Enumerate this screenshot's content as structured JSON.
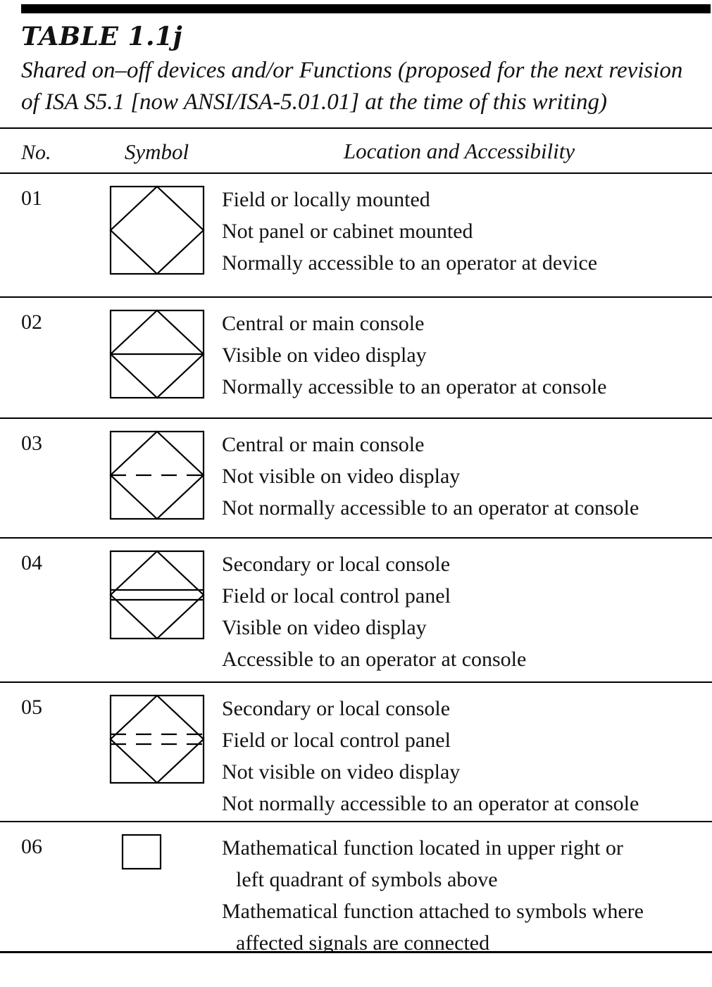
{
  "title": "TABLE 1.1j",
  "subtitle": "Shared on–off devices and/or Functions (proposed for the next revision of ISA S5.1 [now ANSI/ISA-5.01.01] at the time of this writing)",
  "columns": [
    "No.",
    "Symbol",
    "Location and Accessibility"
  ],
  "rows": [
    {
      "no": "01",
      "symbol": "square-with-inscribed-diamond",
      "lines": [
        "Field or locally mounted",
        "Not panel or cabinet mounted",
        "Normally accessible to an operator at device"
      ]
    },
    {
      "no": "02",
      "symbol": "square-diamond-solid-centerline",
      "lines": [
        "Central or main console",
        "Visible on video display",
        "Normally accessible to an operator at console"
      ]
    },
    {
      "no": "03",
      "symbol": "square-diamond-dashed-centerline",
      "lines": [
        "Central or main console",
        "Not visible on video display",
        "Not normally accessible to an operator at console"
      ]
    },
    {
      "no": "04",
      "symbol": "square-diamond-double-solid-centerline",
      "lines": [
        "Secondary or local console",
        "Field or local control panel",
        "Visible on video display",
        "Accessible to an operator at console"
      ]
    },
    {
      "no": "05",
      "symbol": "square-diamond-double-dashed-centerline",
      "lines": [
        "Secondary or local console",
        "Field or local control panel",
        "Not visible on video display",
        "Not normally accessible to an operator at console"
      ]
    },
    {
      "no": "06",
      "symbol": "small-square",
      "lines": [
        "Mathematical function located in upper right or",
        "left quadrant of symbols above",
        "Mathematical function attached to symbols where",
        "affected signals are connected"
      ]
    }
  ]
}
